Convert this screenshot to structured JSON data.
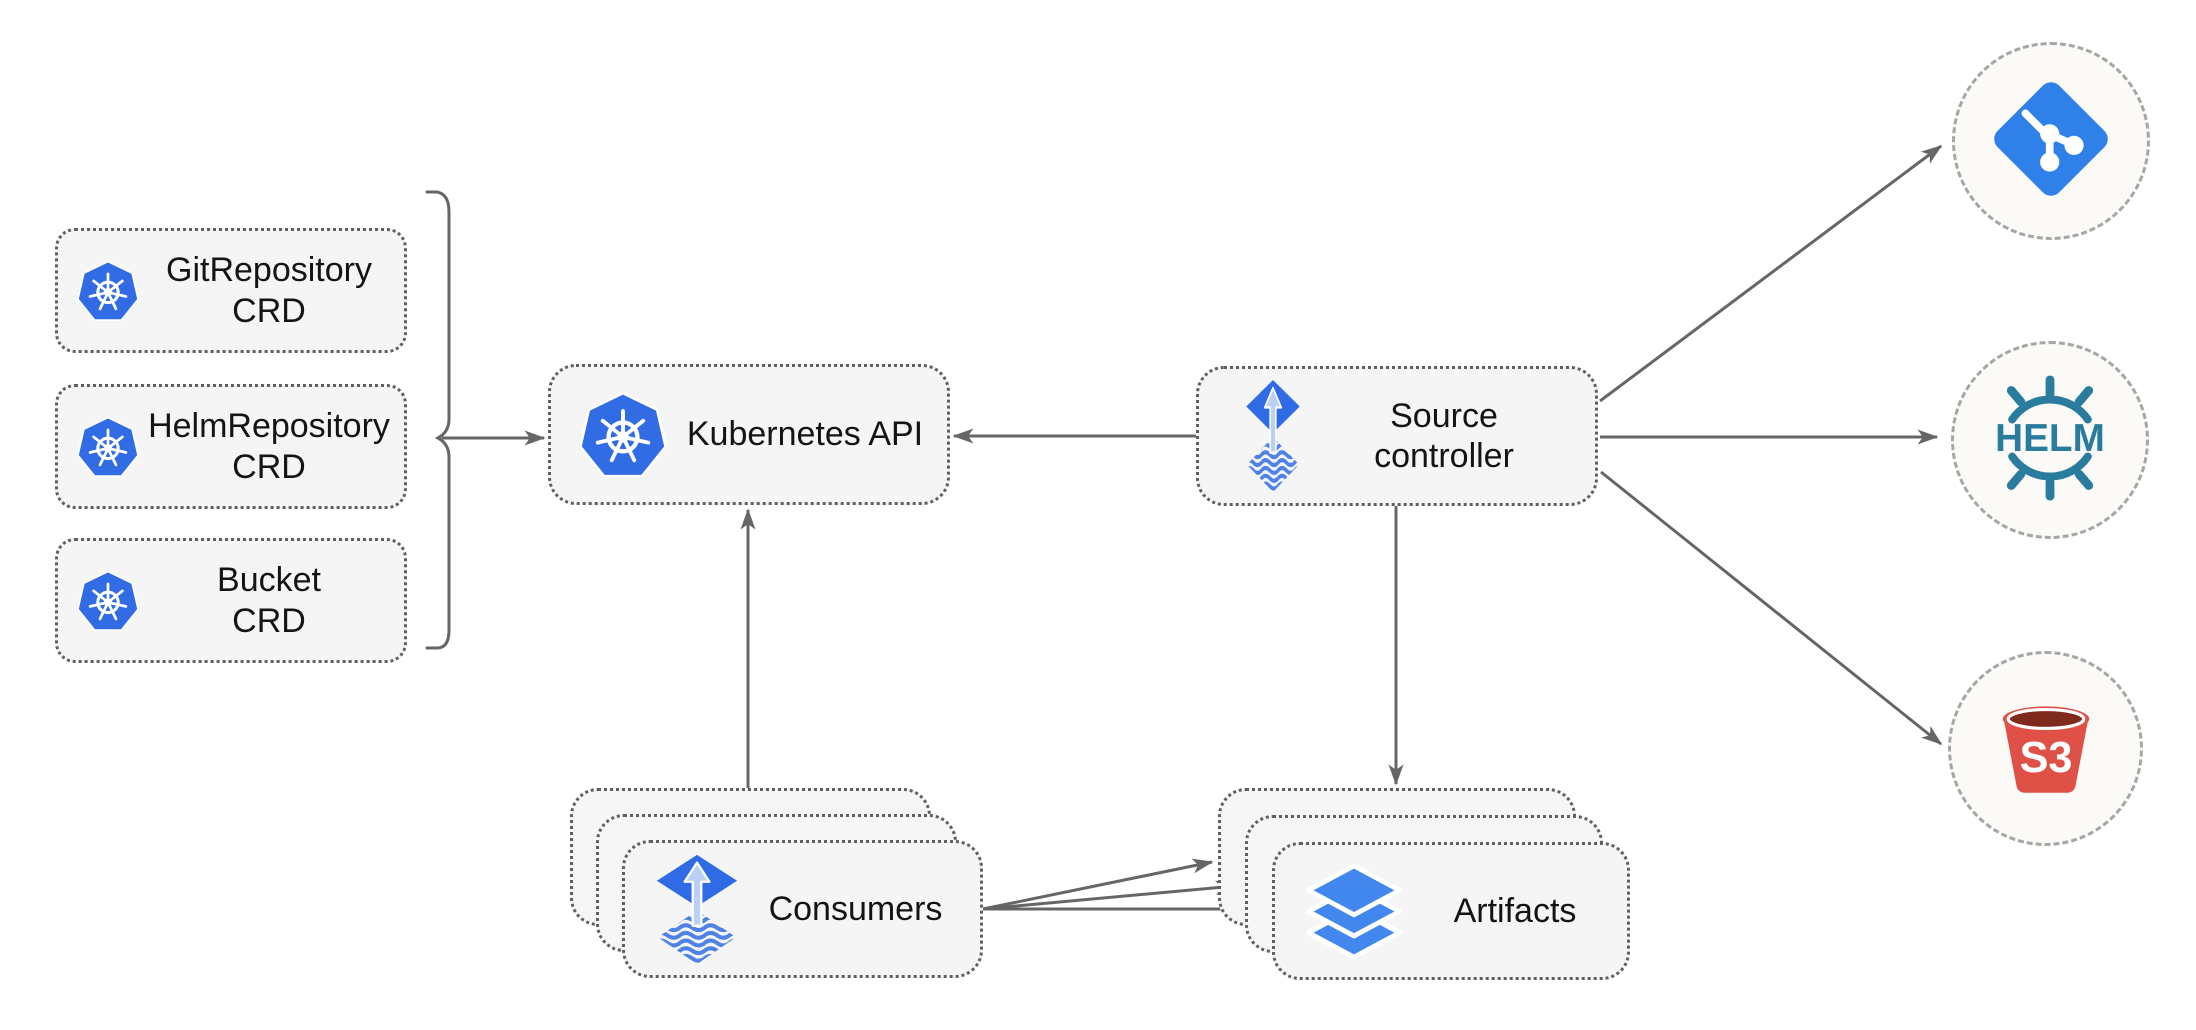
{
  "diagram": {
    "crd_boxes": [
      {
        "id": "gitrepository-crd",
        "label": "GitRepository",
        "sublabel": "CRD",
        "icon": "kubernetes-icon"
      },
      {
        "id": "helmrepository-crd",
        "label": "HelmRepository",
        "sublabel": "CRD",
        "icon": "kubernetes-icon"
      },
      {
        "id": "bucket-crd",
        "label": "Bucket",
        "sublabel": "CRD",
        "icon": "kubernetes-icon"
      }
    ],
    "kubernetes_api": {
      "label": "Kubernetes API",
      "icon": "kubernetes-icon"
    },
    "source_controller": {
      "label_line1": "Source",
      "label_line2": "controller",
      "icon": "flux-icon"
    },
    "consumers": {
      "label": "Consumers",
      "icon": "flux-icon",
      "stacked": true
    },
    "artifacts": {
      "label": "Artifacts",
      "icon": "layers-icon",
      "stacked": true
    },
    "endpoints": [
      {
        "id": "git",
        "icon": "git-icon"
      },
      {
        "id": "helm",
        "icon": "helm-icon",
        "logo_text": "HELM"
      },
      {
        "id": "s3",
        "icon": "s3-bucket-icon",
        "logo_text": "S3"
      }
    ],
    "edges": [
      {
        "from": "crd-group-bracket",
        "to": "kubernetes-api"
      },
      {
        "from": "source-controller",
        "to": "kubernetes-api"
      },
      {
        "from": "consumers",
        "to": "kubernetes-api"
      },
      {
        "from": "source-controller",
        "to": "artifacts"
      },
      {
        "from": "consumers",
        "to": "artifacts",
        "count": 3
      },
      {
        "from": "source-controller",
        "to": "git"
      },
      {
        "from": "source-controller",
        "to": "helm"
      },
      {
        "from": "source-controller",
        "to": "s3"
      }
    ],
    "colors": {
      "kubernetes_blue": "#326CE5",
      "flux_blue": "#2F6BE4",
      "flux_arrow_light": "#BCCFF4",
      "flux_wave_blue": "#4E82E8",
      "artifacts_blue": "#4287EE",
      "git_blue": "#2F80E9",
      "helm_teal": "#2A7C9E",
      "s3_red": "#DF5146",
      "s3_dark_red": "#7E2B1E",
      "arrow_gray": "#666666",
      "node_fill": "#F5F5F5",
      "node_border": "#5F5F5F",
      "circle_fill": "#FBFAF7",
      "circle_border": "#A6A6A6"
    }
  }
}
